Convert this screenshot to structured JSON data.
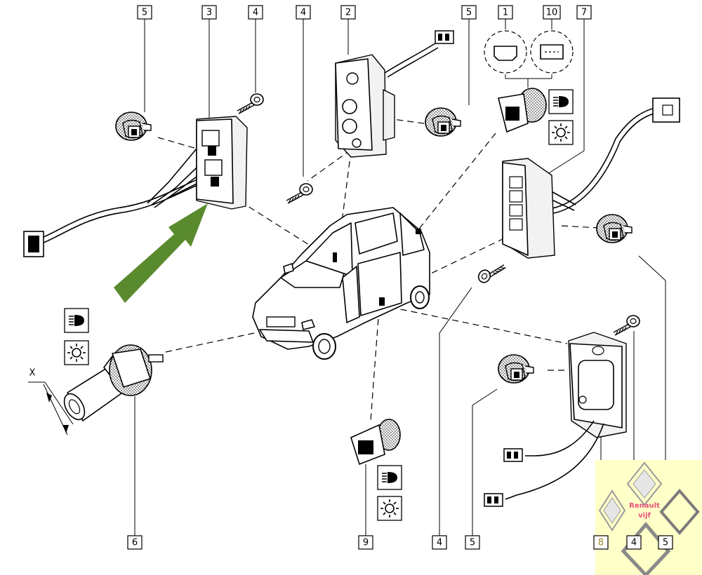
{
  "callouts": [
    {
      "id": "top-5a",
      "text": "5"
    },
    {
      "id": "top-3",
      "text": "3"
    },
    {
      "id": "top-4a",
      "text": "4"
    },
    {
      "id": "top-4b",
      "text": "4"
    },
    {
      "id": "top-2",
      "text": "2"
    },
    {
      "id": "top-5b",
      "text": "5"
    },
    {
      "id": "top-1",
      "text": "1"
    },
    {
      "id": "top-10",
      "text": "10"
    },
    {
      "id": "top-7",
      "text": "7"
    },
    {
      "id": "bot-6",
      "text": "6"
    },
    {
      "id": "bot-9",
      "text": "9"
    },
    {
      "id": "bot-4",
      "text": "4"
    },
    {
      "id": "bot-5",
      "text": "5"
    },
    {
      "id": "bot-8",
      "text": "8"
    },
    {
      "id": "bot-4b",
      "text": "4"
    },
    {
      "id": "bot-5b",
      "text": "5"
    }
  ],
  "dimension_label": "X",
  "watermark": {
    "line1": "Renault",
    "line2": "vijf"
  },
  "colors": {
    "arrow": "#5a8a2e",
    "watermark_bg": "#ffffc8",
    "watermark_text": "#e8527a",
    "callout_8_text": "#9b8a2a"
  },
  "icons": [
    "headlamp-beam-icon",
    "bulb-icon",
    "renault-logo-icon"
  ]
}
